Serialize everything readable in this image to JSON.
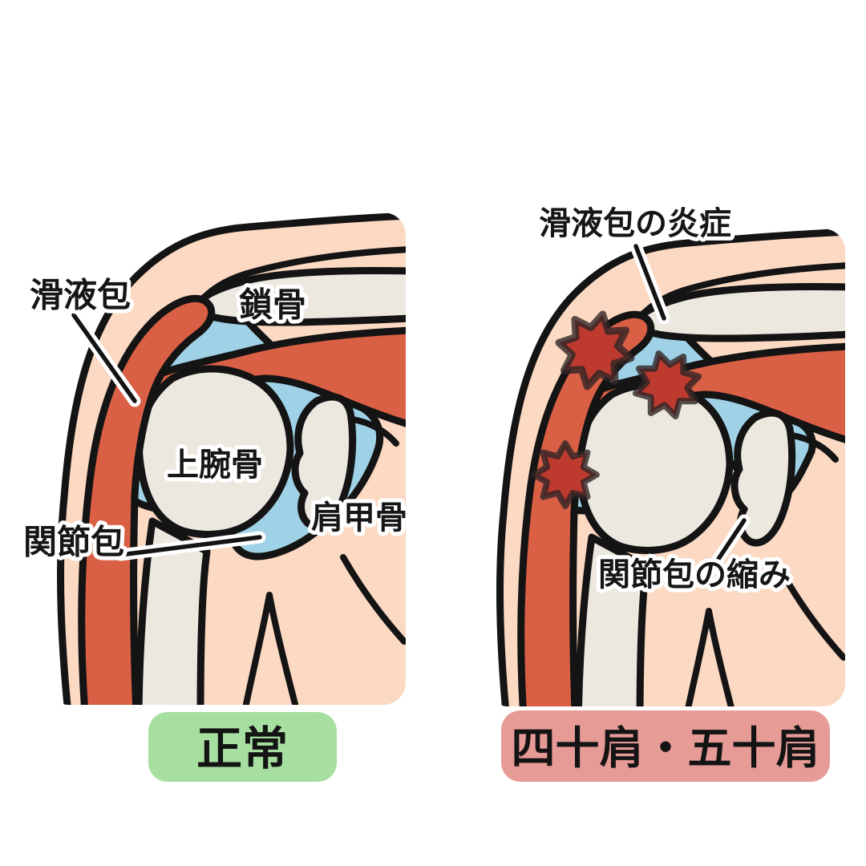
{
  "figure": {
    "left_panel": {
      "caption": "正常",
      "labels": {
        "bursa": "滑液包",
        "clavicle": "鎖骨",
        "humerus": "上腕骨",
        "joint_capsule": "関節包",
        "scapula": "肩甲骨"
      }
    },
    "right_panel": {
      "caption": "四十肩・五十肩",
      "labels": {
        "bursa_inflammation": "滑液包の炎症",
        "capsule_contraction": "関節包の縮み"
      }
    },
    "colors": {
      "skin": "#fcd9c3",
      "muscle_red": "#d95f45",
      "synovial_blue": "#9fd2e6",
      "bone": "#ece8e0",
      "outline": "#141414",
      "inflammation_red": "#bf3a2e",
      "caption_normal_bg": "#a6df9f",
      "caption_frozen_bg": "#e79b97"
    }
  }
}
